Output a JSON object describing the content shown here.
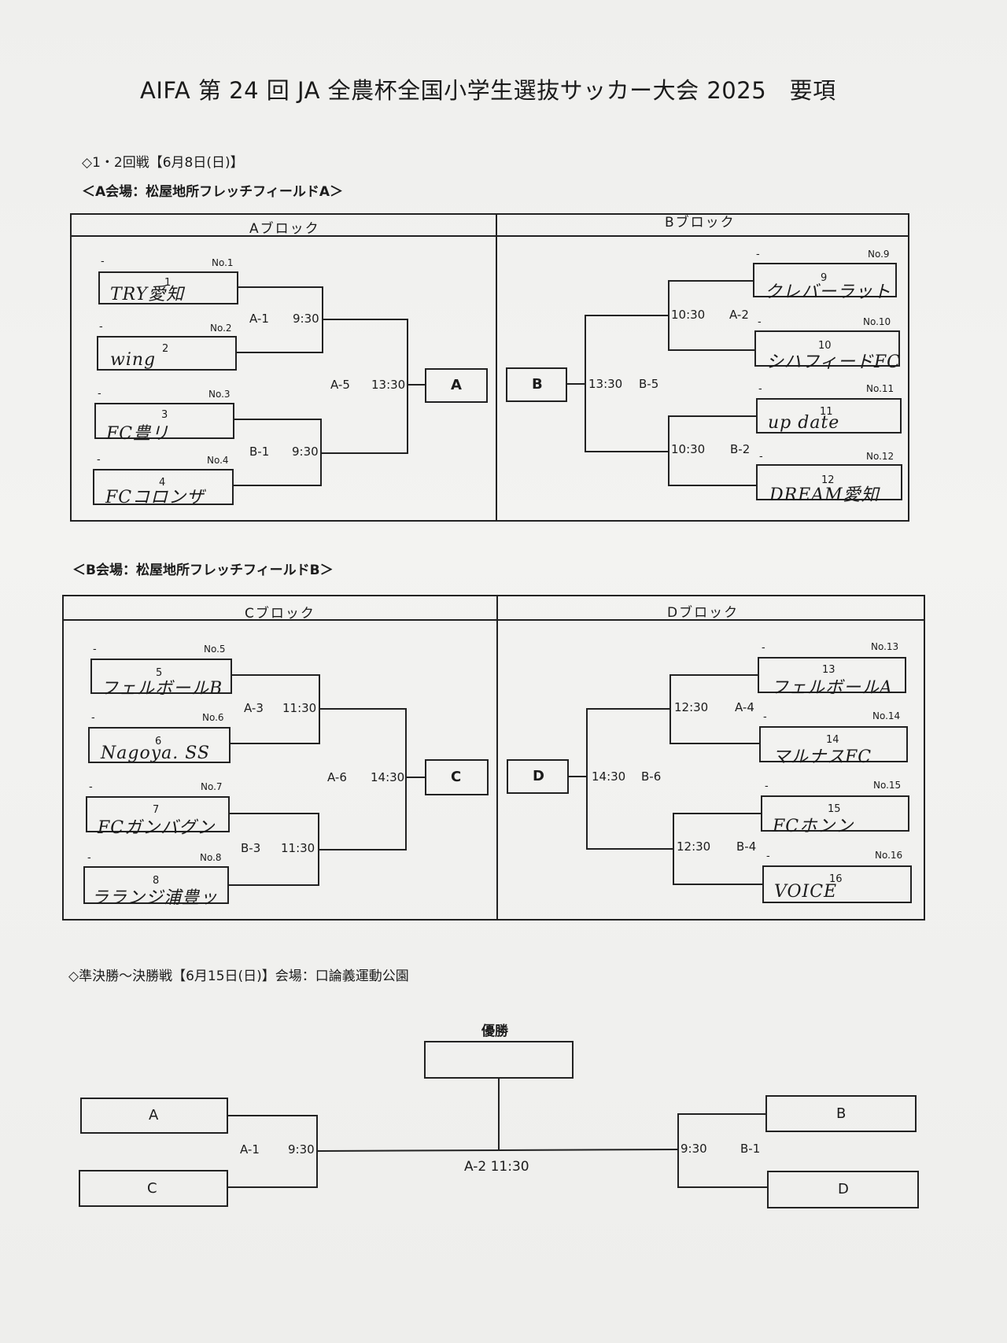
{
  "document": {
    "title": "AIFA 第 24 回 JA 全農杯全国小学生選抜サッカー大会 2025　要項",
    "round1": {
      "heading": "◇1・2回戦【6月8日(日)】",
      "venue_a": "＜A会場：松屋地所フレッチフィールドA＞",
      "venue_b": "＜B会場：松屋地所フレッチフィールドB＞",
      "blocks": [
        "Aブロック",
        "Bブロック",
        "Cブロック",
        "Dブロック"
      ],
      "teams": [
        {
          "no": "No.1",
          "name": "TRY愛知",
          "num": "1"
        },
        {
          "no": "No.2",
          "name": "wing",
          "num": "2"
        },
        {
          "no": "No.3",
          "name": "FC豊リ",
          "num": "3"
        },
        {
          "no": "No.4",
          "name": "FCコロンザ",
          "num": "4"
        },
        {
          "no": "No.5",
          "name": "フェルボールB",
          "num": "5"
        },
        {
          "no": "No.6",
          "name": "Nagoya. SS",
          "num": "6"
        },
        {
          "no": "No.7",
          "name": "FCガンバグン",
          "num": "7"
        },
        {
          "no": "No.8",
          "name": "ラランジ浦豊ッ",
          "num": "8"
        },
        {
          "no": "No.9",
          "name": "クレバーラット",
          "num": "9"
        },
        {
          "no": "No.10",
          "name": "シハフィードFC",
          "num": "10"
        },
        {
          "no": "No.11",
          "name": "up date",
          "num": "11"
        },
        {
          "no": "No.12",
          "name": "DREAM愛知",
          "num": "12"
        },
        {
          "no": "No.13",
          "name": "フェルボールA",
          "num": "13"
        },
        {
          "no": "No.14",
          "name": "マルナスFC",
          "num": "14"
        },
        {
          "no": "No.15",
          "name": "FCホンン",
          "num": "15"
        },
        {
          "no": "No.16",
          "name": "VOICE",
          "num": "16"
        }
      ],
      "dash": "-",
      "matches": {
        "a1": {
          "code": "A-1",
          "time": "9:30"
        },
        "b1": {
          "code": "B-1",
          "time": "9:30"
        },
        "a5": {
          "code": "A-5",
          "time": "13:30"
        },
        "a2": {
          "code": "A-2",
          "time": "10:30"
        },
        "b2": {
          "code": "B-2",
          "time": "10:30"
        },
        "b5": {
          "code": "B-5",
          "time": "13:30"
        },
        "a3": {
          "code": "A-3",
          "time": "11:30"
        },
        "b3": {
          "code": "B-3",
          "time": "11:30"
        },
        "a6": {
          "code": "A-6",
          "time": "14:30"
        },
        "a4": {
          "code": "A-4",
          "time": "12:30"
        },
        "b4": {
          "code": "B-4",
          "time": "12:30"
        },
        "b6": {
          "code": "B-6",
          "time": "14:30"
        }
      },
      "winners": [
        "A",
        "B",
        "C",
        "D"
      ]
    },
    "finals": {
      "heading": "◇準決勝～決勝戦【6月15日(日)】会場：口論義運動公園",
      "champion": "優勝",
      "slots": [
        "A",
        "C",
        "B",
        "D"
      ],
      "semi_left": {
        "code": "A-1",
        "time": "9:30"
      },
      "semi_right": {
        "code": "B-1",
        "time": "9:30"
      },
      "final": "A-2 11:30"
    }
  }
}
